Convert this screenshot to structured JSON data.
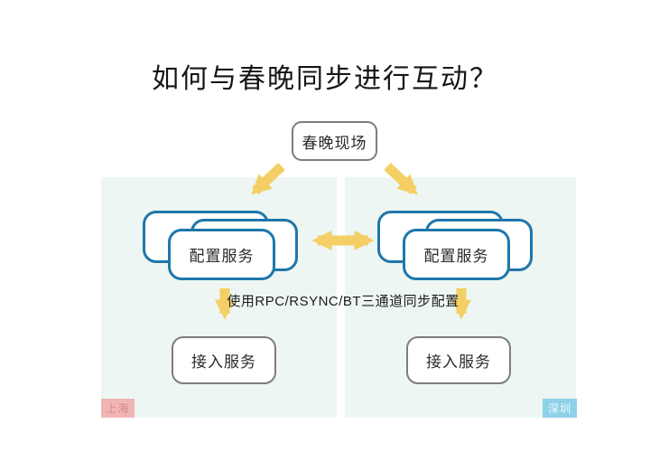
{
  "title": "如何与春晚同步进行互动？",
  "nodes": {
    "source": {
      "label": "春晚现场"
    },
    "config_left": {
      "label": "配置服务"
    },
    "config_right": {
      "label": "配置服务"
    },
    "access_left": {
      "label": "接入服务"
    },
    "access_right": {
      "label": "接入服务"
    }
  },
  "annotations": {
    "sync_channels": "使用RPC/RSYNC/BT三通道同步配置"
  },
  "regions": {
    "left": {
      "label": "上海"
    },
    "right": {
      "label": "深圳"
    }
  },
  "icons": {
    "arrow_down_left": "diagonal-arrow",
    "arrow_down_right": "diagonal-arrow",
    "arrow_bidirectional": "double-headed-arrow",
    "arrow_down": "down-arrow"
  },
  "colors": {
    "arrow": "#f3cf65",
    "stack_border": "#1e77ab",
    "plain_border": "#7d7d7d",
    "panel_bg": "#edf6f3",
    "region_left_bg": "#f1b5b5",
    "region_left_text": "#d98a8a",
    "region_right_bg": "#8fd1e9",
    "region_right_text": "#ecf8fc"
  }
}
